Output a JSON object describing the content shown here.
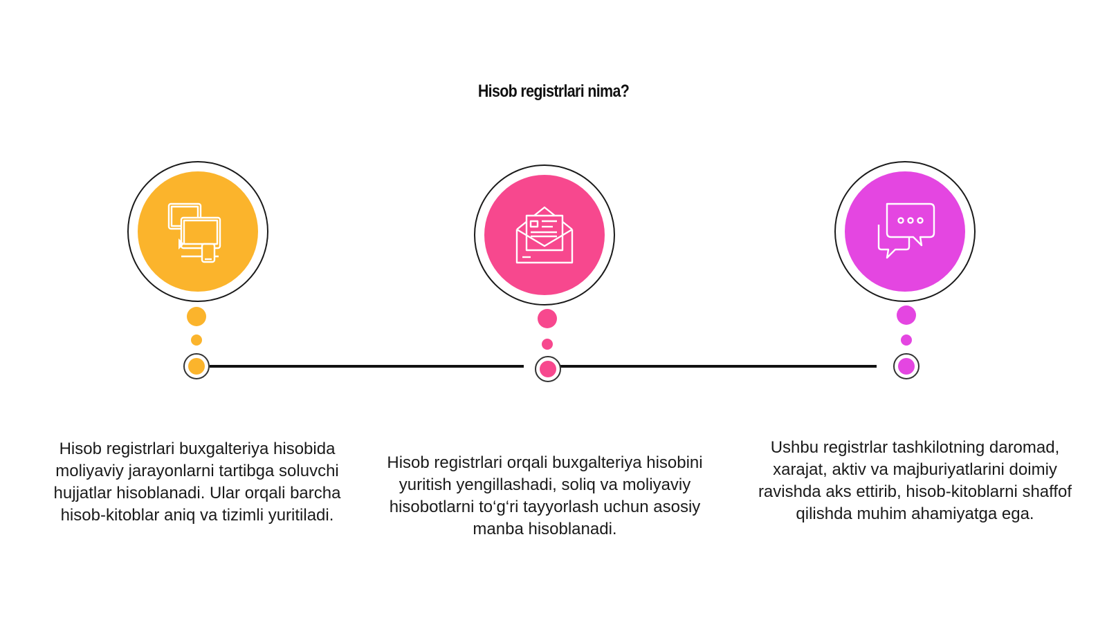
{
  "title": "Hisob registrlari nima?",
  "colors": {
    "step1": "#FBB42C",
    "step2": "#F7488E",
    "step3": "#E446E1"
  },
  "steps": [
    {
      "icon": "devices-icon",
      "text": "Hisob registrlari buxgalteriya hisobida moliyaviy jarayonlarni tartibga soluvchi hujjatlar hisoblanadi. Ular orqali barcha hisob-kitoblar aniq va tizimli yuritiladi."
    },
    {
      "icon": "envelope-letter-icon",
      "text": "Hisob registrlari orqali buxgalteriya hisobini yuritish yengillashadi, soliq va moliyaviy hisobotlarni to‘g‘ri tayyorlash uchun asosiy manba hisoblanadi."
    },
    {
      "icon": "chat-bubbles-icon",
      "text": "Ushbu registrlar tashkilotning daromad, xarajat, aktiv va majburiyatlarini doimiy ravishda aks ettirib, hisob-kitoblarni shaffof qilishda muhim ahamiyatga ega."
    }
  ]
}
